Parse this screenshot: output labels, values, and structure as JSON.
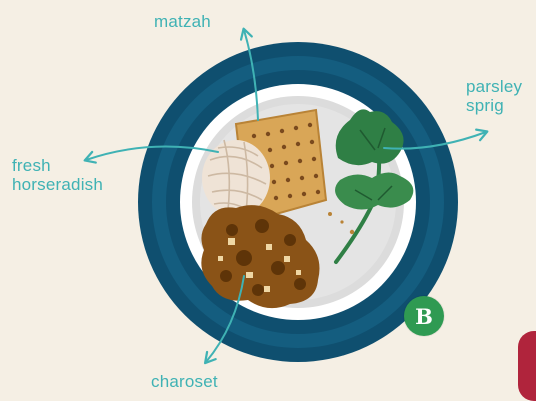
{
  "labels": {
    "matzah": "matzah",
    "parsley_line1": "parsley",
    "parsley_line2": "sprig",
    "horseradish_line1": "fresh",
    "horseradish_line2": "horseradish",
    "charoset": "charoset"
  },
  "badge": {
    "letter": "B",
    "color": "#2f9a52"
  },
  "colors": {
    "background": "#f5efe4",
    "label_text": "#3fb2b4",
    "plate_outer_rim": "#0f4f6f",
    "plate_inner": "#dcdcdc",
    "matzah": "#d9a657",
    "parsley": "#2f7f45",
    "charoset": "#8a5317",
    "horseradish": "#efe3d6"
  }
}
